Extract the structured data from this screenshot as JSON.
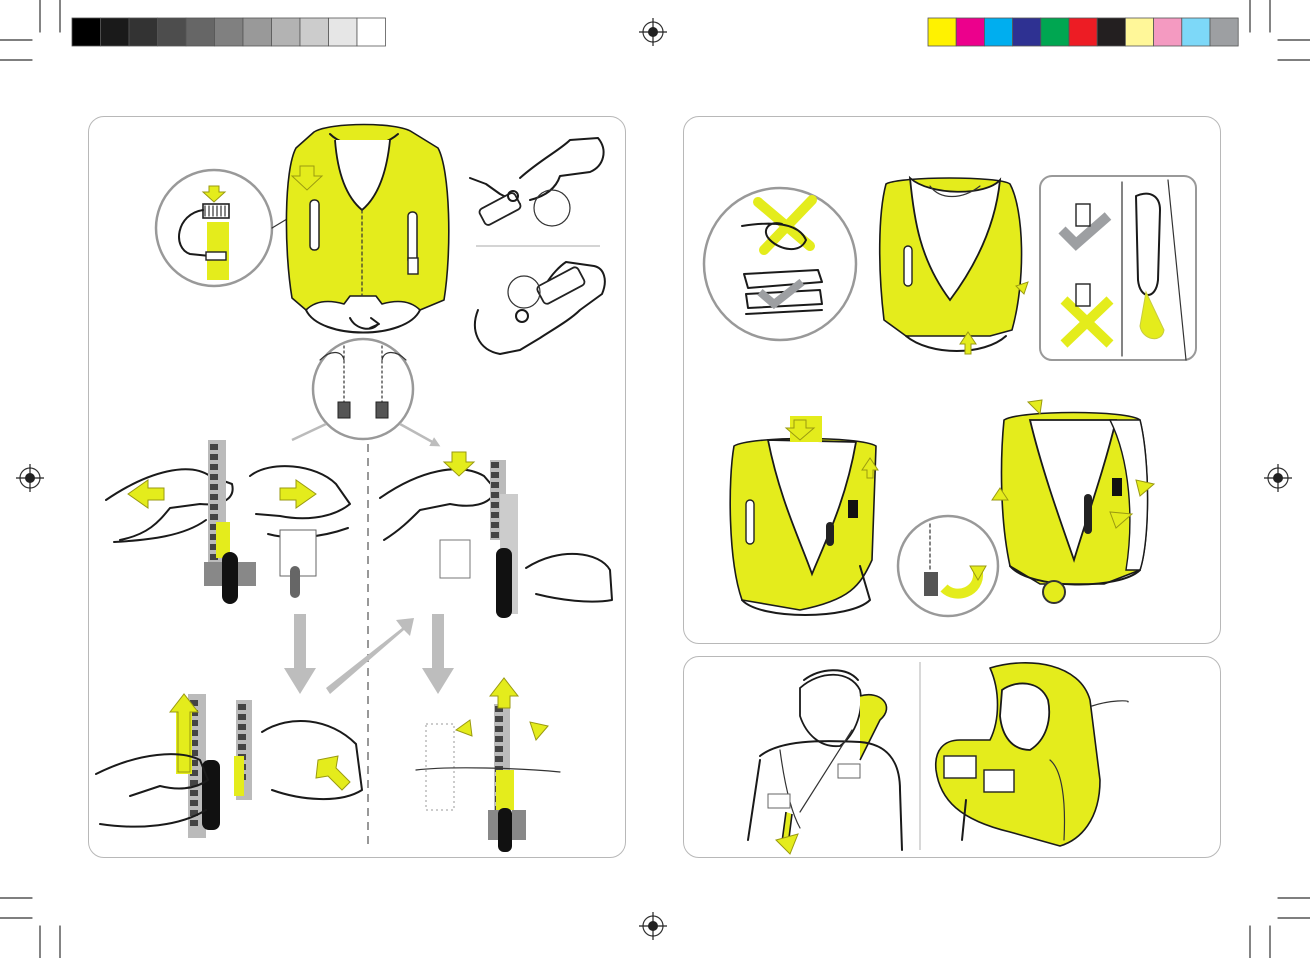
{
  "colors": {
    "accent": "#e4ec1c",
    "outline": "#1a1a1a",
    "panel_border": "#b8b8b8",
    "arrow_grey": "#bdbdbd"
  },
  "swatches": {
    "grey_ramp": [
      "#000000",
      "#1a1a1a",
      "#333333",
      "#4d4d4d",
      "#666666",
      "#808080",
      "#999999",
      "#b3b3b3",
      "#cccccc",
      "#e6e6e6",
      "#ffffff"
    ],
    "process_colors": [
      "#fff200",
      "#ec008c",
      "#00aeef",
      "#2e3192",
      "#00a651",
      "#ed1c24",
      "#231f20",
      "#fff799",
      "#f49ac1",
      "#7dd8f8",
      "#9d9fa2"
    ]
  },
  "icons": {
    "registration_mark": "registration-target-icon",
    "crop_mark": "crop-mark-icon",
    "check": "check-mark-icon",
    "cross": "cross-mark-icon",
    "arrow": "direction-arrow-icon"
  },
  "panels": {
    "left": {
      "name": "zip-refit-instructions"
    },
    "right_top": {
      "name": "folding-and-packing-instructions"
    },
    "right_bottom": {
      "name": "donning-inflated-vest"
    }
  }
}
